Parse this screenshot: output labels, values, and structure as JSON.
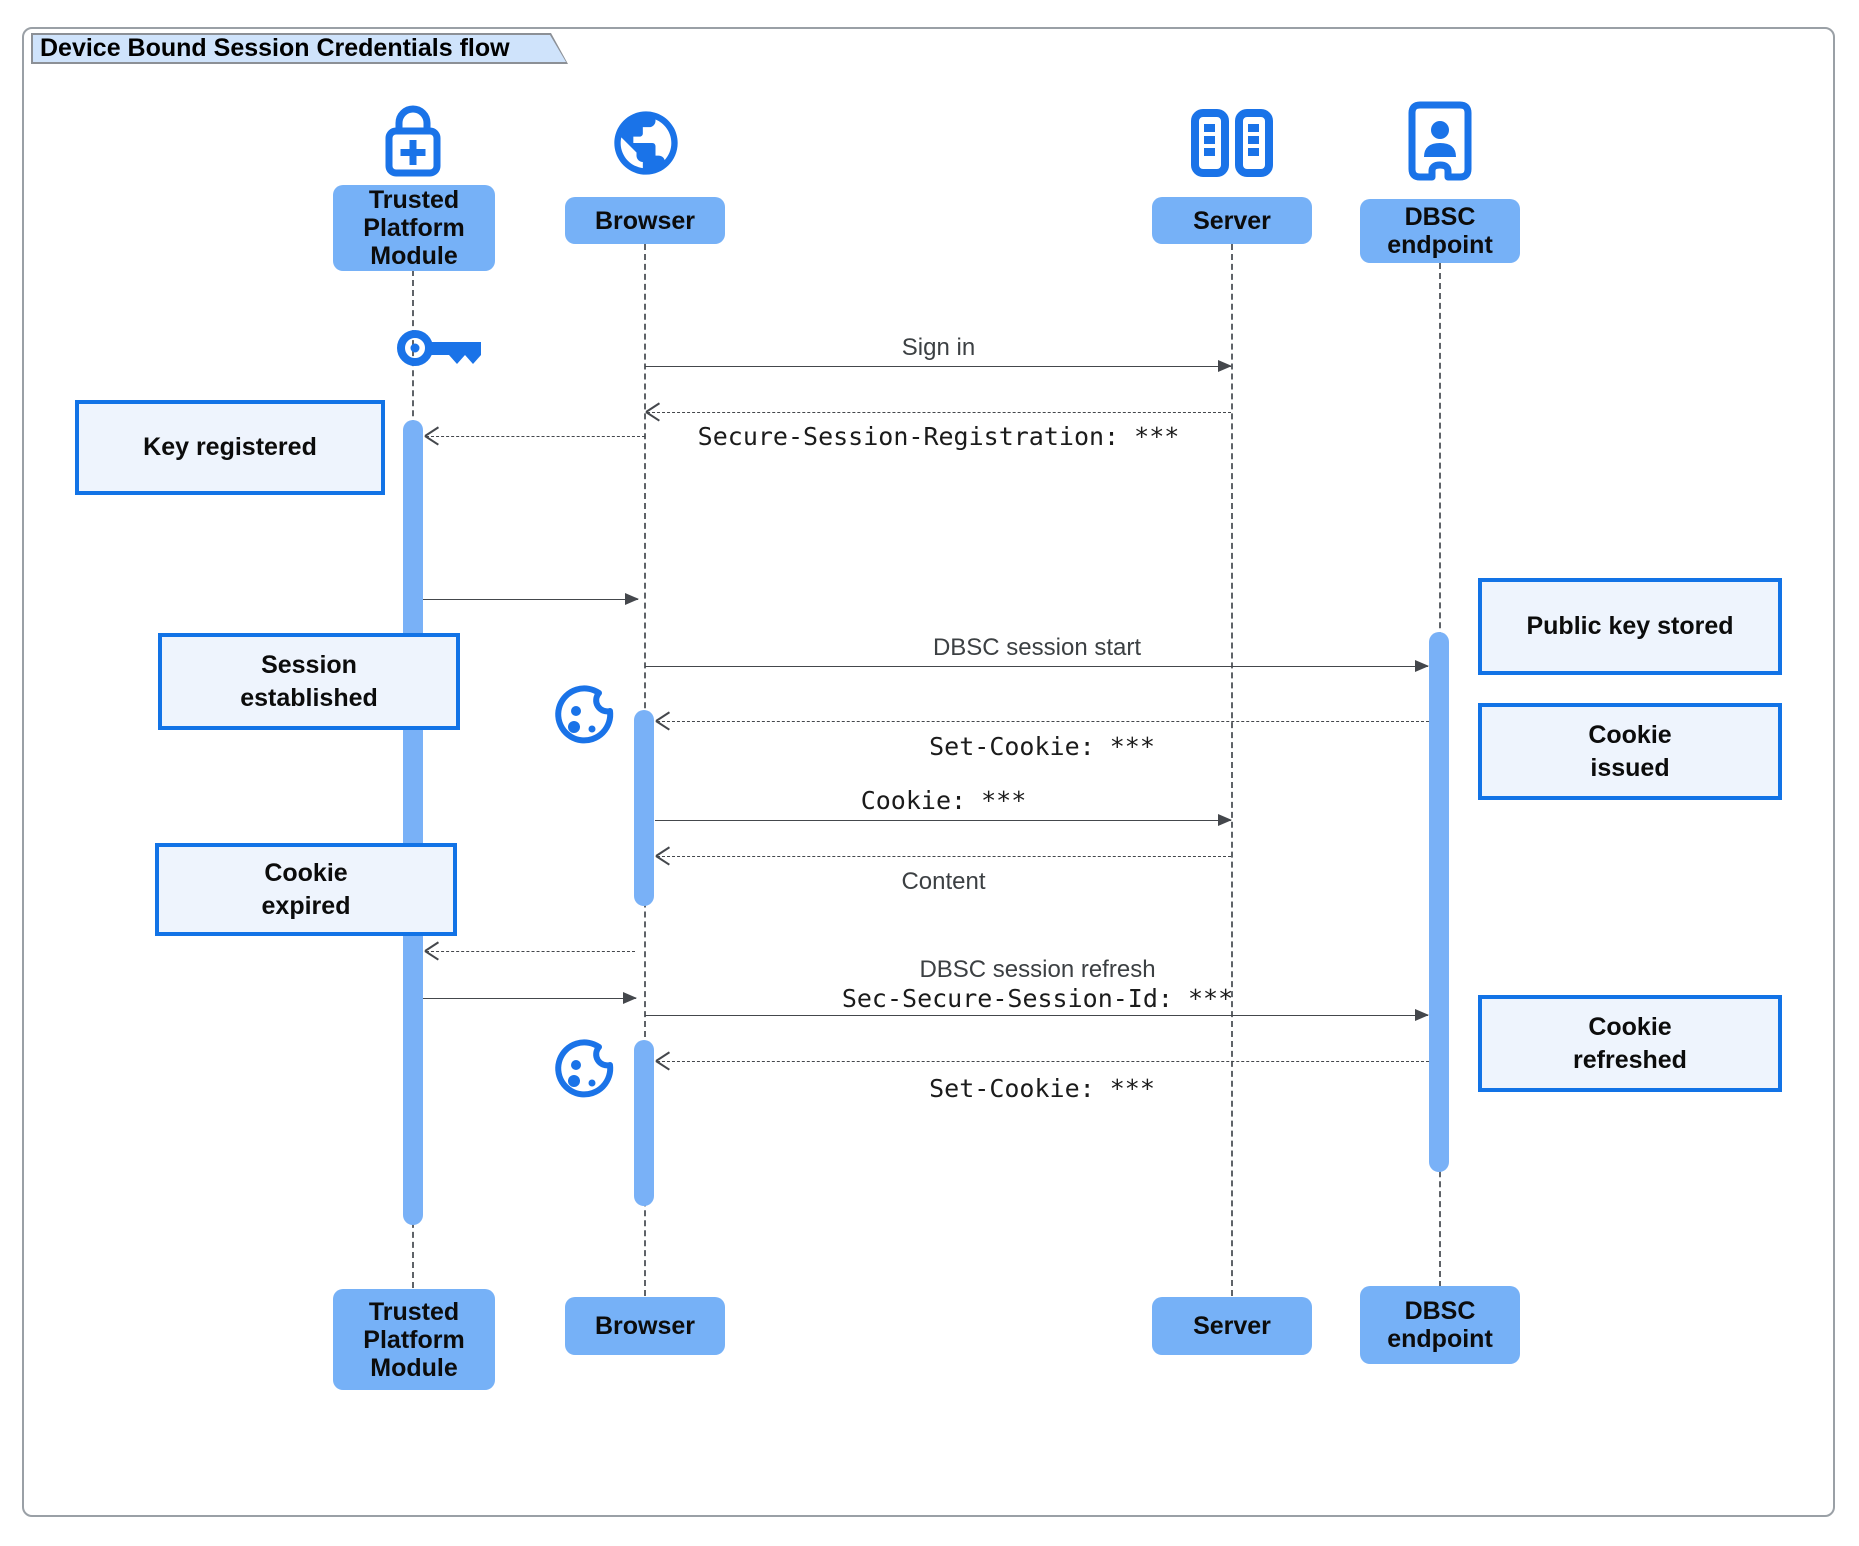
{
  "title": "Device Bound Session Credentials flow",
  "actors": {
    "tpm": {
      "label": "Trusted Platform Module"
    },
    "browser": {
      "label": "Browser"
    },
    "server": {
      "label": "Server"
    },
    "dbsc": {
      "label": "DBSC endpoint"
    }
  },
  "messages": {
    "sign_in": "Sign in",
    "secure_session_registration": "Secure-Session-Registration: ***",
    "dbsc_session_start": "DBSC session start",
    "set_cookie_1": "Set-Cookie: ***",
    "cookie": "Cookie: ***",
    "content": "Content",
    "dbsc_session_refresh": "DBSC session refresh",
    "sec_secure_session_id": "Sec-Secure-Session-Id: ***",
    "set_cookie_2": "Set-Cookie: ***"
  },
  "notes": {
    "key_registered": "Key registered",
    "session_established": "Session established",
    "cookie_expired": "Cookie expired",
    "public_key_stored": "Public key stored",
    "cookie_issued": "Cookie issued",
    "cookie_refreshed": "Cookie refreshed"
  },
  "icons": {
    "tpm": "lock-plus-icon",
    "browser": "globe-icon",
    "server": "server-racks-icon",
    "dbsc": "person-door-icon",
    "key": "key-icon",
    "cookie": "cookie-icon"
  },
  "colors": {
    "accent": "#1a73e8",
    "actor_fill": "#76b1f7",
    "activation_fill": "#79b1f7",
    "note_fill": "#eef4fd",
    "note_border": "#1273e6",
    "title_fill": "#cfe3fb",
    "line_color": "#44474c",
    "label_color": "#3c4043"
  }
}
